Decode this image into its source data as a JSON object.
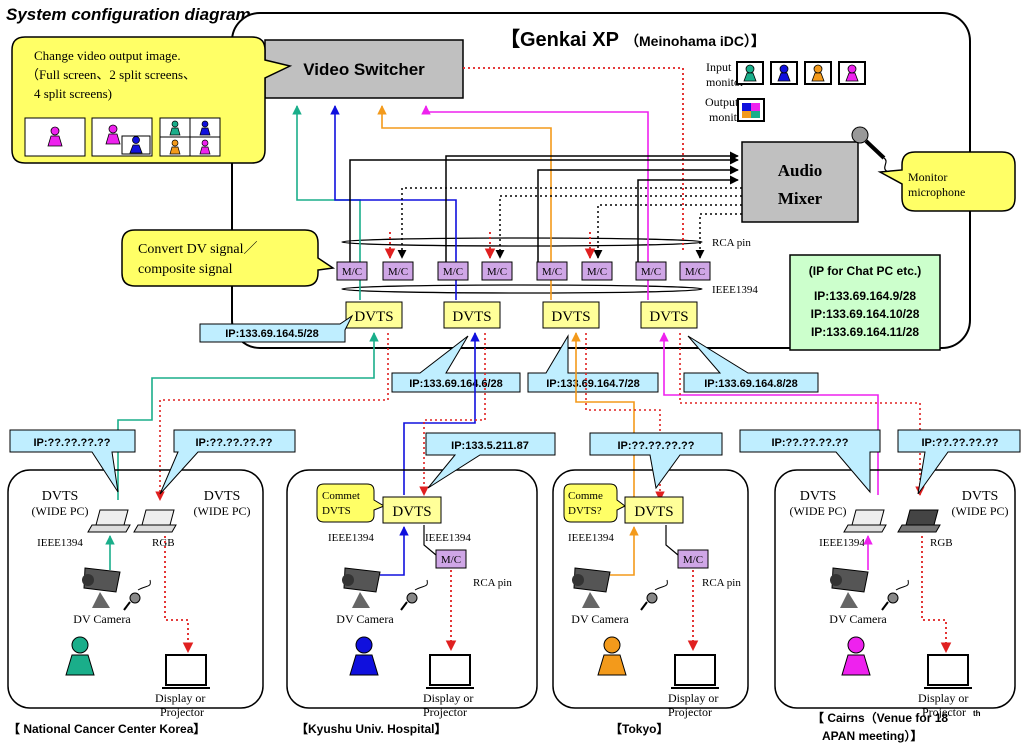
{
  "heading": "System configuration diagram",
  "genkai_title": "【Genkai XP",
  "genkai_sub": "（Meinohama iDC）】",
  "video_switcher": "Video Switcher",
  "audio_mixer_1": "Audio",
  "audio_mixer_2": "Mixer",
  "input_monitor_1": "Input",
  "input_monitor_2": "monitor",
  "output_monitor_1": "Output",
  "output_monitor_2": "monitor",
  "monitor_mic_1": "Monitor",
  "monitor_mic_2": "microphone",
  "change_video_1": "Change video output image.",
  "change_video_2": "（Full screen、2 split screens、",
  "change_video_3": "4 split screens)",
  "convert_dv_1": "Convert DV signal／",
  "convert_dv_2": "composite signal",
  "rca_pin": "RCA pin",
  "ieee1394": "IEEE1394",
  "mc": "M/C",
  "dvts": "DVTS",
  "ip_chat_title": "(IP for Chat PC etc.)",
  "ip_chat": [
    "IP:133.69.164.9/28",
    "IP:133.69.164.10/28",
    "IP:133.69.164.11/28"
  ],
  "ip_dvts": [
    "IP:133.69.164.5/28",
    "IP:133.69.164.6/28",
    "IP:133.69.164.7/28",
    "IP:133.69.164.8/28"
  ],
  "site_ips": {
    "korea_1": "IP:??.??.??.??",
    "korea_2": "IP:??.??.??.??",
    "kyushu": "IP:133.5.211.87",
    "tokyo": "IP:??.??.??.??",
    "cairns_1": "IP:??.??.??.??",
    "cairns_2": "IP:??.??.??.??"
  },
  "wide_pc_1": "DVTS",
  "wide_pc_2": "(WIDE PC)",
  "rgb": "RGB",
  "dv_camera": "DV Camera",
  "display_1": "Display or",
  "display_2": "Projector",
  "comment_kyushu_1": "Commet",
  "comment_kyushu_2": "DVTS",
  "comment_tokyo_1": "Comme",
  "comment_tokyo_2": "DVTS?",
  "site_names": {
    "korea": "【 National Cancer Center Korea】",
    "kyushu": "【Kyushu Univ. Hospital】",
    "tokyo": "【Tokyo】",
    "cairns_1": "【 Cairns（Venue for  18",
    "cairns_sup": "th",
    "cairns_2": "APAN meeting）】"
  },
  "colors": {
    "teal": "#1aae8a",
    "blue": "#1010dd",
    "orange": "#f39a1b",
    "magenta": "#ee22ee",
    "red": "#e02020",
    "yellow": "#ffff66",
    "lightblue": "#bfeeff",
    "lightgreen": "#ccffcc",
    "lavender": "#cfa6e6",
    "grey": "#c0c0c0"
  }
}
